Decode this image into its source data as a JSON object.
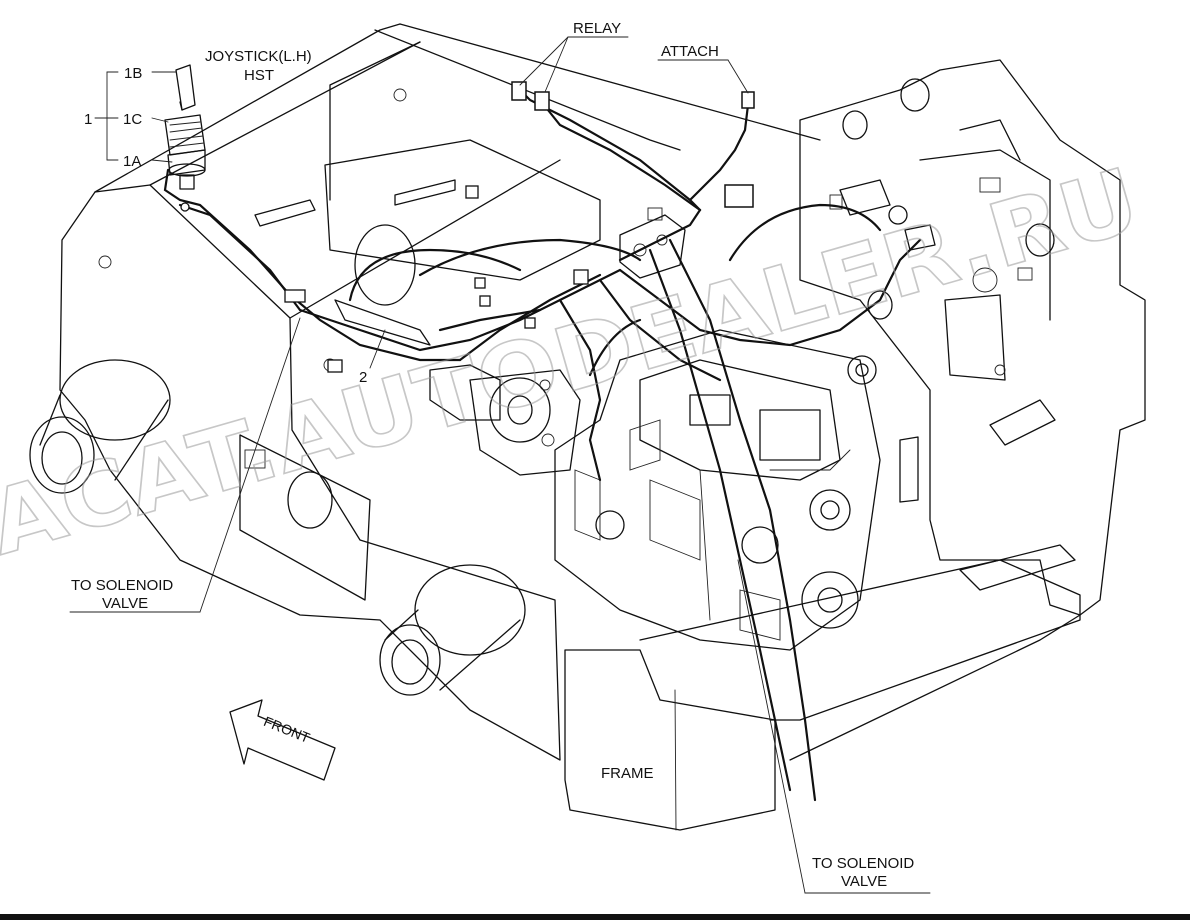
{
  "labels": {
    "joystick_line1": "JOYSTICK(L.H)",
    "joystick_line2": "HST",
    "relay": "RELAY",
    "attach": "ATTACH",
    "part_1": "1",
    "part_1a": "1A",
    "part_1b": "1B",
    "part_1c": "1C",
    "part_2": "2",
    "solenoid_left_line1": "TO SOLENOID",
    "solenoid_left_line2": "VALVE",
    "solenoid_right_line1": "TO SOLENOID",
    "solenoid_right_line2": "VALVE",
    "frame": "FRAME",
    "front": "FRONT"
  },
  "watermark": "ACAT.AUTODEALER.RU"
}
